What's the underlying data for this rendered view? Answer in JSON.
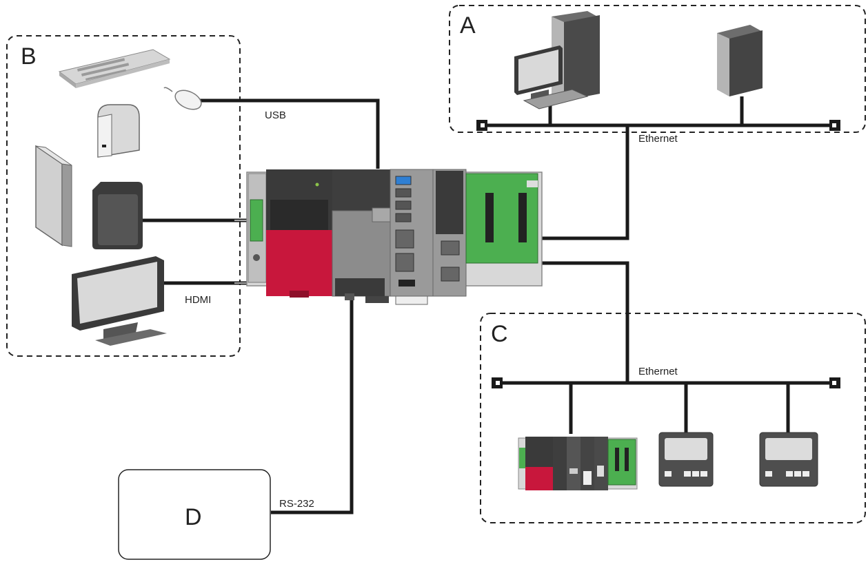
{
  "zones": {
    "a": "A",
    "b": "B",
    "c": "C",
    "d": "D"
  },
  "connections": {
    "usb": "USB",
    "hdmi": "HDMI",
    "ethernet_a": "Ethernet",
    "ethernet_c": "Ethernet",
    "rs232": "RS-232"
  },
  "colors": {
    "cable": "#1a1a1a",
    "module_dark": "#3a3a3a",
    "module_gray": "#8c8c8c",
    "module_red": "#c8173c",
    "module_green": "#4caf50",
    "monitor_screen": "#d9d9d9"
  },
  "icons": {
    "keyboard": "keyboard-icon",
    "mouse": "mouse-icon",
    "hard_disk": "external-hdd-icon",
    "tablet": "tablet-icon",
    "sd_card": "sd-card-icon",
    "monitor": "monitor-icon",
    "pc": "pc-icon",
    "server": "server-icon",
    "plc": "plc-icon",
    "hmi": "hmi-panel-icon"
  }
}
